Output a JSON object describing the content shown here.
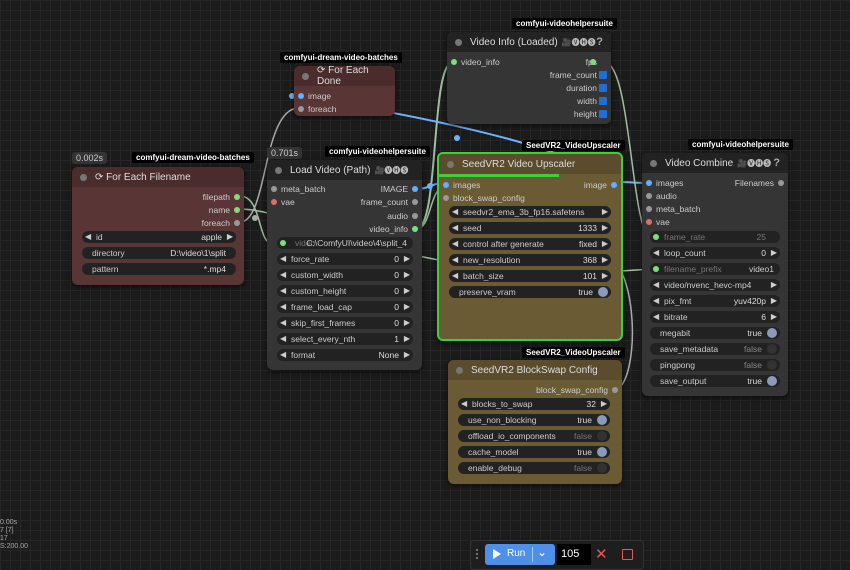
{
  "packs": {
    "vhs_info": "comfyui-videohelpersuite",
    "dream_done": "comfyui-dream-video-batches",
    "dream_each": "comfyui-dream-video-batches",
    "vhs_load": "comfyui-videohelpersuite",
    "vhs_combine": "comfyui-videohelpersuite",
    "seed_upscaler": "SeedVR2_VideoUpscaler",
    "seed_block": "SeedVR2_VideoUpscaler"
  },
  "timers": {
    "for_each_filename": "0.002s",
    "load_video": "0.701s"
  },
  "nodes": {
    "video_info": {
      "title": "Video Info (Loaded)",
      "tag": "🎥🅥🅗🅢",
      "help": "?",
      "inputs": [
        "video_info"
      ],
      "outputs": [
        "fps",
        "frame_count",
        "duration",
        "width",
        "height"
      ]
    },
    "for_each_done": {
      "title": "⟳ For Each Done",
      "inputs": [
        "image",
        "foreach"
      ]
    },
    "for_each_filename": {
      "title": "⟳ For Each Filename",
      "outputs": [
        "filepath",
        "name",
        "foreach"
      ],
      "widgets": [
        {
          "label": "id",
          "value": "apple"
        },
        {
          "label": "directory",
          "value": "D:\\video\\1\\split"
        },
        {
          "label": "pattern",
          "value": "*.mp4"
        }
      ]
    },
    "load_video": {
      "title": "Load Video (Path)",
      "tag": "🎥🅥🅗🅢",
      "inputs": [
        "meta_batch",
        "vae"
      ],
      "outputs": [
        "IMAGE",
        "frame_count",
        "audio",
        "video_info"
      ],
      "video_input": {
        "label": "video",
        "value": "C:\\ComfyUI\\video\\4\\split_4"
      },
      "widgets": [
        {
          "label": "force_rate",
          "value": "0"
        },
        {
          "label": "custom_width",
          "value": "0"
        },
        {
          "label": "custom_height",
          "value": "0"
        },
        {
          "label": "frame_load_cap",
          "value": "0"
        },
        {
          "label": "skip_first_frames",
          "value": "0"
        },
        {
          "label": "select_every_nth",
          "value": "1"
        },
        {
          "label": "format",
          "value": "None"
        }
      ]
    },
    "upscaler": {
      "title": "SeedVR2 Video Upscaler",
      "inputs": [
        "images",
        "block_swap_config"
      ],
      "outputs": [
        "image"
      ],
      "model": "seedvr2_ema_3b_fp16.safetens",
      "widgets": [
        {
          "label": "seed",
          "value": "1333"
        },
        {
          "label": "control after generate",
          "value": "fixed"
        },
        {
          "label": "new_resolution",
          "value": "368"
        },
        {
          "label": "batch_size",
          "value": "101"
        }
      ],
      "toggle": {
        "label": "preserve_vram",
        "value": "true"
      }
    },
    "block_swap": {
      "title": "SeedVR2 BlockSwap Config",
      "outputs": [
        "block_swap_config"
      ],
      "widgets": [
        {
          "label": "blocks_to_swap",
          "value": "32"
        }
      ],
      "toggles": [
        {
          "label": "use_non_blocking",
          "value": "true"
        },
        {
          "label": "offload_io_components",
          "value": "false"
        },
        {
          "label": "cache_model",
          "value": "true"
        },
        {
          "label": "enable_debug",
          "value": "false"
        }
      ]
    },
    "video_combine": {
      "title": "Video Combine",
      "tag": "🎥🅥🅗🅢",
      "help": "?",
      "inputs": [
        "images",
        "audio",
        "meta_batch",
        "vae"
      ],
      "outputs": [
        "Filenames"
      ],
      "frame_rate": {
        "label": "frame_rate",
        "value": "25"
      },
      "loop_count": {
        "label": "loop_count",
        "value": "0"
      },
      "filename_prefix": {
        "label": "filename_prefix",
        "value": "video1"
      },
      "format": "video/nvenc_hevc-mp4",
      "pix_fmt": {
        "label": "pix_fmt",
        "value": "yuv420p"
      },
      "bitrate": {
        "label": "bitrate",
        "value": "6"
      },
      "toggles": [
        {
          "label": "megabit",
          "value": "true"
        },
        {
          "label": "save_metadata",
          "value": "false"
        },
        {
          "label": "pingpong",
          "value": "false"
        },
        {
          "label": "save_output",
          "value": "true"
        }
      ]
    }
  },
  "toolbar": {
    "run_label": "Run",
    "queue_count": "105"
  },
  "stats": [
    "0.00s",
    "",
    "7 [7]",
    "17",
    "S:200.00"
  ],
  "colors": {
    "canvas": "#1b1b1b",
    "dream_node": "#5a3535",
    "seed_node": "#6b5b35",
    "selected_outline": "#3ecf3e",
    "accent_blue": "#4f8fe8"
  }
}
